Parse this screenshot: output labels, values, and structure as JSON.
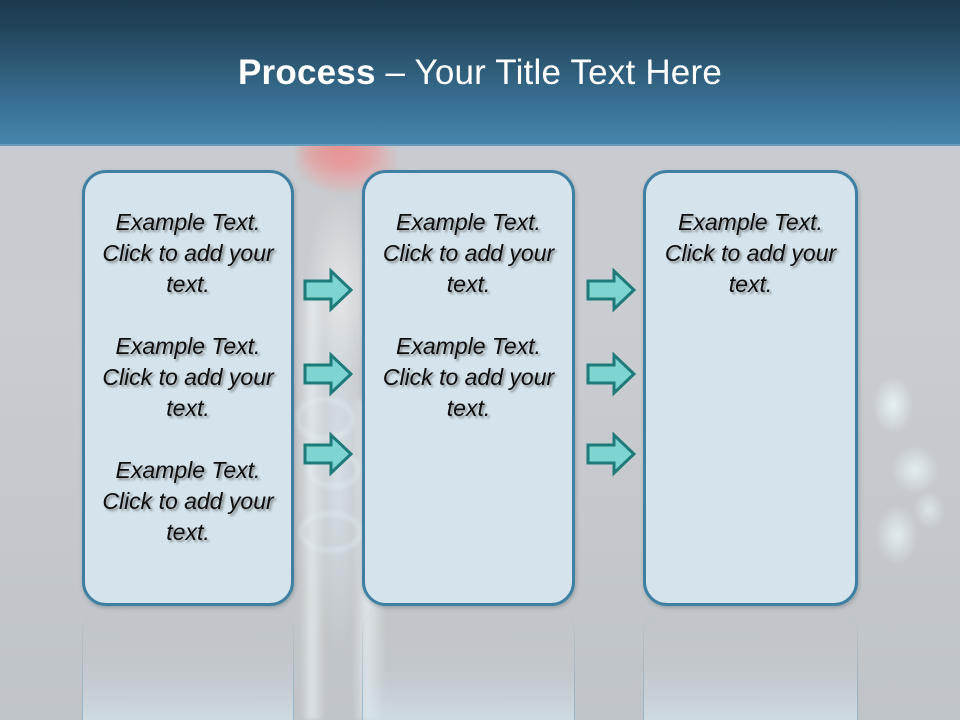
{
  "slide": {
    "title_bold": "Process",
    "title_rest": " – Your Title Text Here",
    "background_description": "medical-anatomy-spine-photo",
    "colors": {
      "header_top": "#1b3a4d",
      "header_bottom": "#4a87b0",
      "body_background": "#c9ccd0",
      "box_fill": "#d4e3ec",
      "box_border": "#3e7fa4",
      "arrow_fill": "#7ed4d0",
      "arrow_border": "#1f7a7a",
      "title_color": "#ffffff",
      "body_text_color": "#0d0d0d"
    }
  },
  "columns": [
    {
      "name": "column-1",
      "blocks": [
        "Example Text. Click  to add your text.",
        "Example Text. Click  to add your text.",
        "Example Text. Click  to add your text."
      ]
    },
    {
      "name": "column-2",
      "blocks": [
        "Example Text. Click  to add your text.",
        "Example Text. Click  to add your text."
      ]
    },
    {
      "name": "column-3",
      "blocks": [
        "Example Text. Click  to add your text."
      ]
    }
  ],
  "connectors": {
    "group_1": [
      "right-arrow",
      "right-arrow",
      "right-arrow"
    ],
    "group_2": [
      "right-arrow",
      "right-arrow",
      "right-arrow"
    ]
  }
}
